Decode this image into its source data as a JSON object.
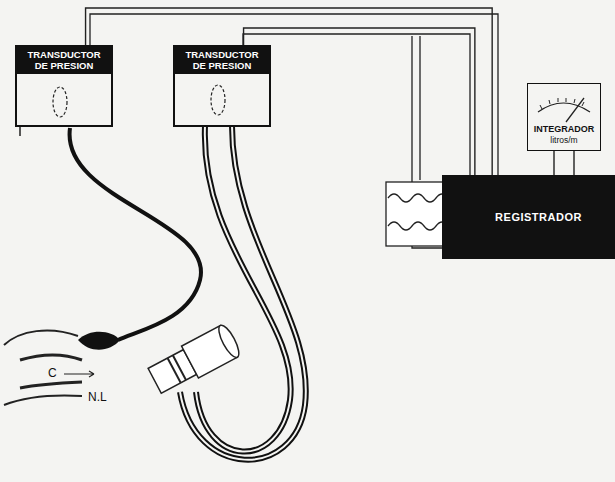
{
  "diagram": {
    "nodes": [
      {
        "text": [
          "TRANSDUCTOR DE PRESION"
        ]
      },
      {
        "text": [
          "TRANSDUCTOR DE PRESION"
        ]
      },
      {
        "text": [
          "INTEGRADOR",
          "litros/m"
        ]
      },
      {
        "text": [
          "REGISTRADOR"
        ]
      }
    ],
    "edges": [
      {
        "from": 0,
        "to": 3,
        "arrow": "none"
      },
      {
        "from": 1,
        "to": 3,
        "arrow": "none"
      },
      {
        "from": 2,
        "to": 3,
        "arrow": "none"
      }
    ],
    "labels": [
      "C",
      "N.L"
    ]
  }
}
